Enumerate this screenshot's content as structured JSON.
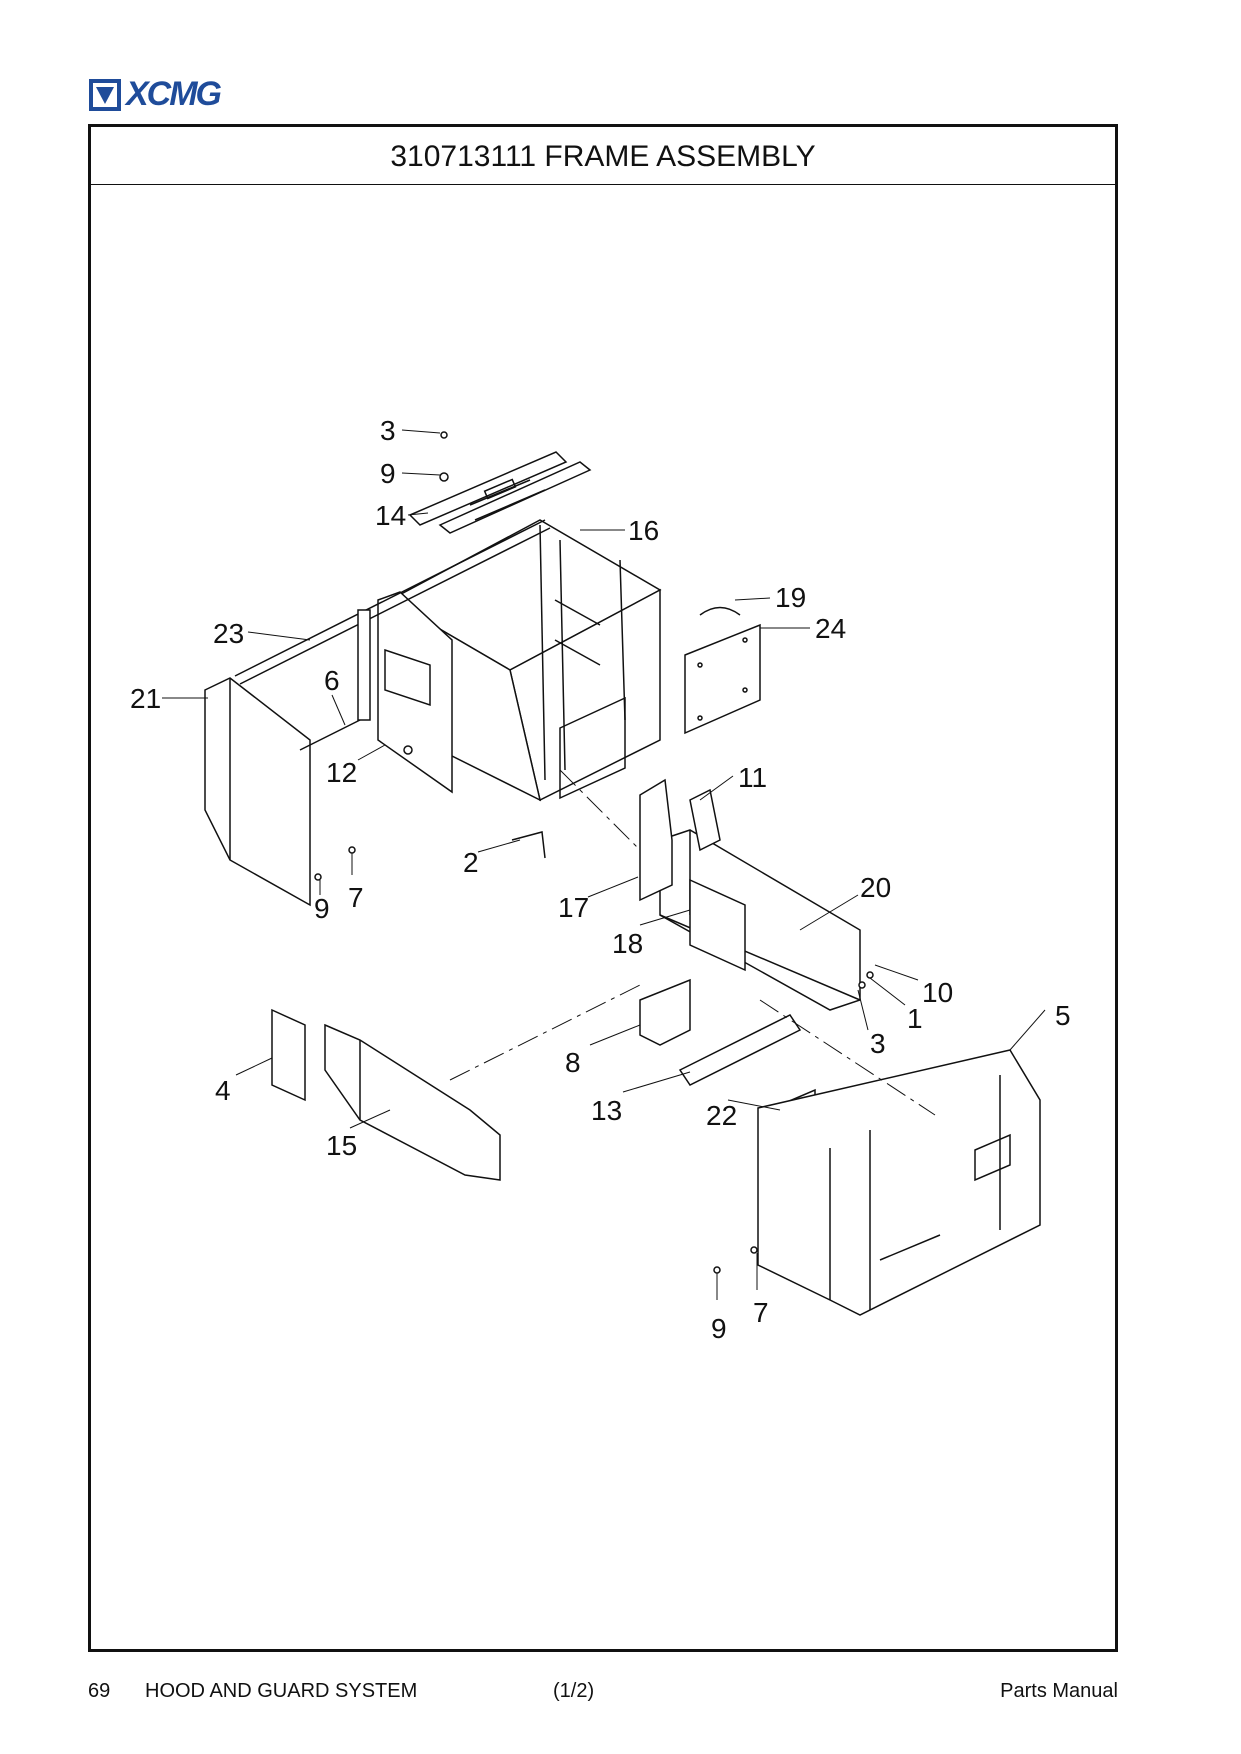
{
  "brand": {
    "name": "XCMG",
    "color": "#1f4c9a"
  },
  "title": "310713111 FRAME ASSEMBLY",
  "callouts": [
    {
      "id": "c3a",
      "label": "3"
    },
    {
      "id": "c9a",
      "label": "9"
    },
    {
      "id": "c14",
      "label": "14"
    },
    {
      "id": "c16",
      "label": "16"
    },
    {
      "id": "c19",
      "label": "19"
    },
    {
      "id": "c24",
      "label": "24"
    },
    {
      "id": "c23",
      "label": "23"
    },
    {
      "id": "c6",
      "label": "6"
    },
    {
      "id": "c21",
      "label": "21"
    },
    {
      "id": "c12",
      "label": "12"
    },
    {
      "id": "c11",
      "label": "11"
    },
    {
      "id": "c2",
      "label": "2"
    },
    {
      "id": "c9b",
      "label": "9"
    },
    {
      "id": "c7a",
      "label": "7"
    },
    {
      "id": "c17",
      "label": "17"
    },
    {
      "id": "c20",
      "label": "20"
    },
    {
      "id": "c18",
      "label": "18"
    },
    {
      "id": "c10",
      "label": "10"
    },
    {
      "id": "c1",
      "label": "1"
    },
    {
      "id": "c5",
      "label": "5"
    },
    {
      "id": "c3b",
      "label": "3"
    },
    {
      "id": "c8",
      "label": "8"
    },
    {
      "id": "c4",
      "label": "4"
    },
    {
      "id": "c13",
      "label": "13"
    },
    {
      "id": "c22",
      "label": "22"
    },
    {
      "id": "c15",
      "label": "15"
    },
    {
      "id": "c9c",
      "label": "9"
    },
    {
      "id": "c7b",
      "label": "7"
    }
  ],
  "footer": {
    "page": "69",
    "section": "HOOD AND GUARD SYSTEM",
    "sheet": "(1/2)",
    "manual": "Parts Manual"
  }
}
